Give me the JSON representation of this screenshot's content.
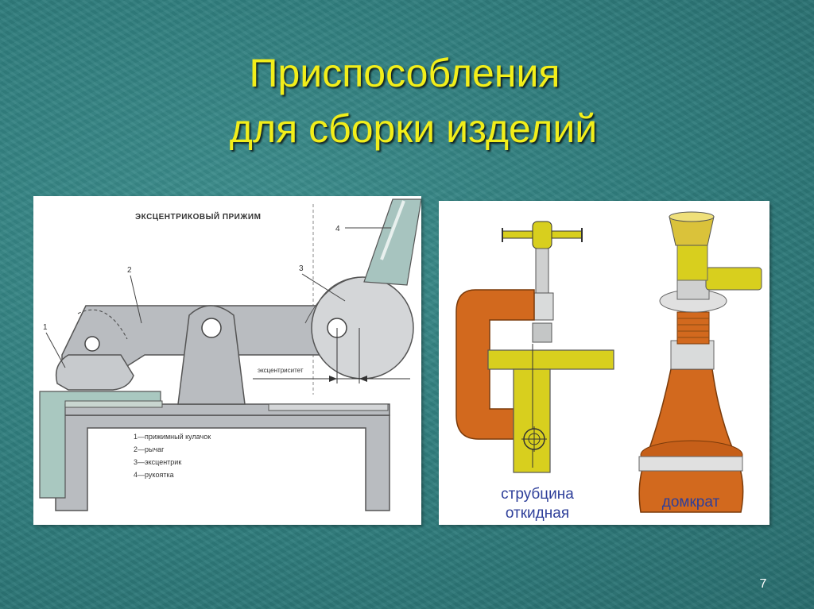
{
  "slide": {
    "title_line1": "Приспособления",
    "title_line2": "для сборки изделий",
    "page_number": "7"
  },
  "left_figure": {
    "heading": "ЭКСЦЕНТРИКОВЫЙ ПРИЖИМ",
    "callouts": [
      "1",
      "2",
      "3",
      "4"
    ],
    "dimension_label": "эксцентриситет",
    "legend": [
      "1—прижимный кулачок",
      "2—рычаг",
      "3—эксцентрик",
      "4—рукоятка"
    ]
  },
  "right_figure": {
    "clamp_caption_line1": "струбцина",
    "clamp_caption_line2": "откидная",
    "jack_caption": "домкрат"
  },
  "colors": {
    "title": "#f2ee1a",
    "background": "#2f7c7c",
    "metal_gray": "#b9bcc0",
    "orange": "#d2691e",
    "yellow": "#d8cf1e",
    "caption_blue": "#2e3f9a"
  }
}
